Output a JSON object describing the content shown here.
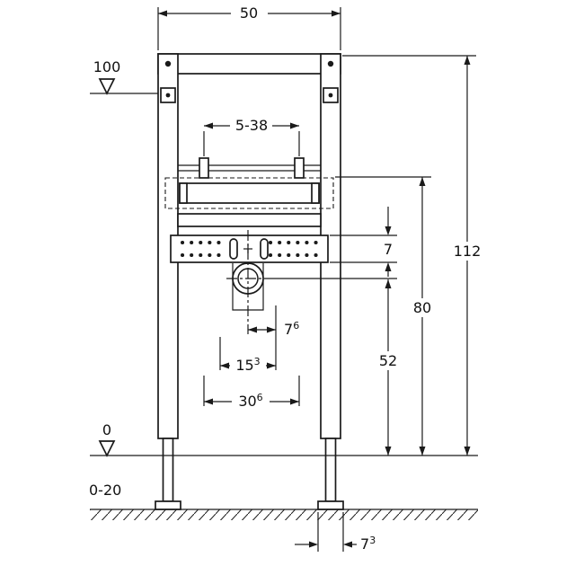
{
  "colors": {
    "line": "#1a1a1a",
    "background": "#ffffff"
  },
  "drawing": {
    "type": "technical-dimension-drawing",
    "subject": "washbasin installation frame, front view with dimensions",
    "dimensions": {
      "frame_width": "50",
      "upper_level": "100",
      "fastening_range": "5-38",
      "total_height": "112",
      "rail_height": "80",
      "plate_height": "7",
      "drain_height": "52",
      "drain_offset": {
        "value": "7",
        "sup": "6"
      },
      "supply_spacing": {
        "value": "15",
        "sup": "3"
      },
      "supply_width": {
        "value": "30",
        "sup": "6"
      },
      "zero_level": "0",
      "floor_buildup": "0-20",
      "foot_depth": {
        "value": "7",
        "sup": "3"
      }
    }
  }
}
